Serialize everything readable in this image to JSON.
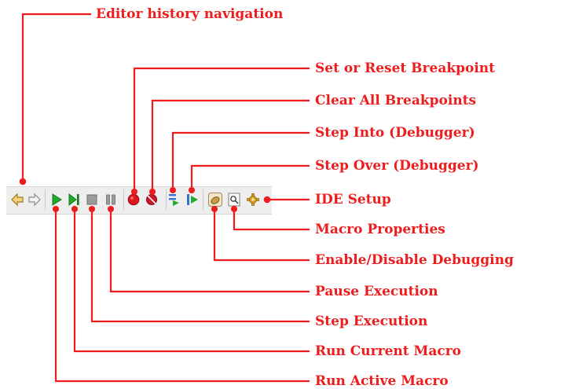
{
  "accent": "#ee1c1c",
  "labels": {
    "history": "Editor history navigation",
    "set_breakpoint": "Set or Reset Breakpoint",
    "clear_breakpoints": "Clear All Breakpoints",
    "step_into": "Step Into (Debugger)",
    "step_over": "Step Over (Debugger)",
    "ide_setup": "IDE Setup",
    "macro_properties": "Macro Properties",
    "enable_debugging": "Enable/Disable Debugging",
    "pause": "Pause Execution",
    "step_execution": "Step Execution",
    "run_current": "Run Current Macro",
    "run_active": "Run Active Macro"
  },
  "toolbar_icons": [
    "back-arrow-icon",
    "forward-arrow-icon",
    "run-active-macro-icon",
    "run-current-macro-icon",
    "stop-icon",
    "pause-icon",
    "set-breakpoint-icon",
    "clear-breakpoints-icon",
    "step-into-icon",
    "step-over-icon",
    "enable-debugging-icon",
    "macro-properties-icon",
    "ide-setup-icon"
  ]
}
